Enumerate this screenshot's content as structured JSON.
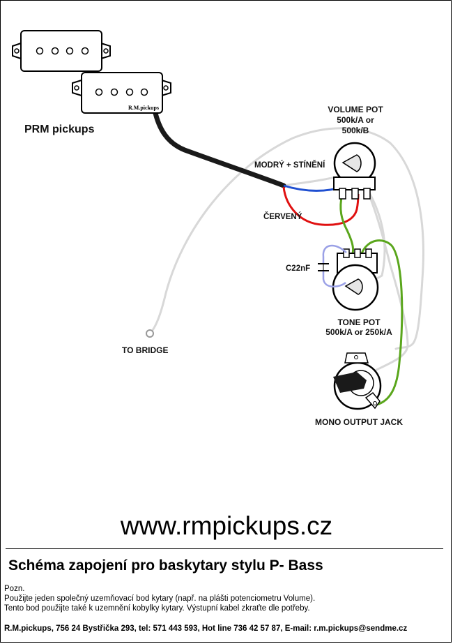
{
  "diagram": {
    "pickups_label": "PRM pickups",
    "pickup_brand": "R.M.pickups",
    "volume_pot_label": [
      "VOLUME POT",
      "500k/A or",
      "500k/B"
    ],
    "blue_wire_label": "MODRÝ + STÍNĚNÍ",
    "red_wire_label": "ČERVENÝ",
    "capacitor_label": "C22nF",
    "tone_pot_label": [
      "TONE POT",
      "500k/A or 250k/A"
    ],
    "bridge_label": "TO BRIDGE",
    "jack_label": "MONO OUTPUT JACK",
    "wire_colors": {
      "shield_cable": "#1a1a1a",
      "blue": "#1f4fd1",
      "red": "#e01010",
      "green": "#5aa61c",
      "ground": "#d8d8d8",
      "capacitor_lead": "#9aa0e6"
    }
  },
  "website": "www.rmpickups.cz",
  "title": "Schéma zapojení pro baskytary stylu P- Bass",
  "notes": [
    "Pozn.",
    "Použijte jeden společný uzemňovací bod kytary (např. na plášti potenciometru Volume).",
    "Tento bod použijte také k uzemnění kobylky kytary. Výstupní kabel zkraťte dle potřeby."
  ],
  "footer": "R.M.pickups, 756 24 Bystřička 293, tel: 571 443 593, Hot line 736 42 57 87, E-mail: r.m.pickups@sendme.cz"
}
